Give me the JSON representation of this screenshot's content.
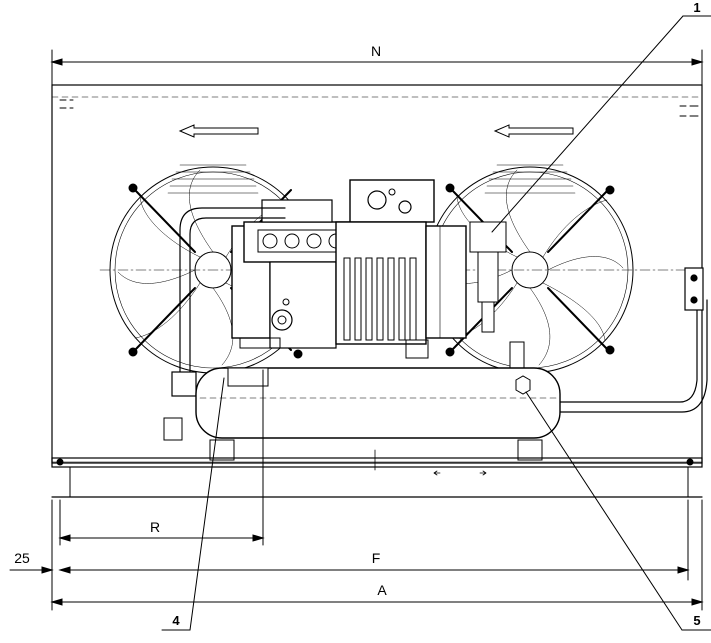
{
  "dimensions": {
    "N": "N",
    "R": "R",
    "F": "F",
    "A": "A",
    "offset_25": "25"
  },
  "callouts": {
    "c1": "1",
    "c4": "4",
    "c5": "5"
  },
  "colors": {
    "line": "#000000",
    "background": "#ffffff"
  }
}
